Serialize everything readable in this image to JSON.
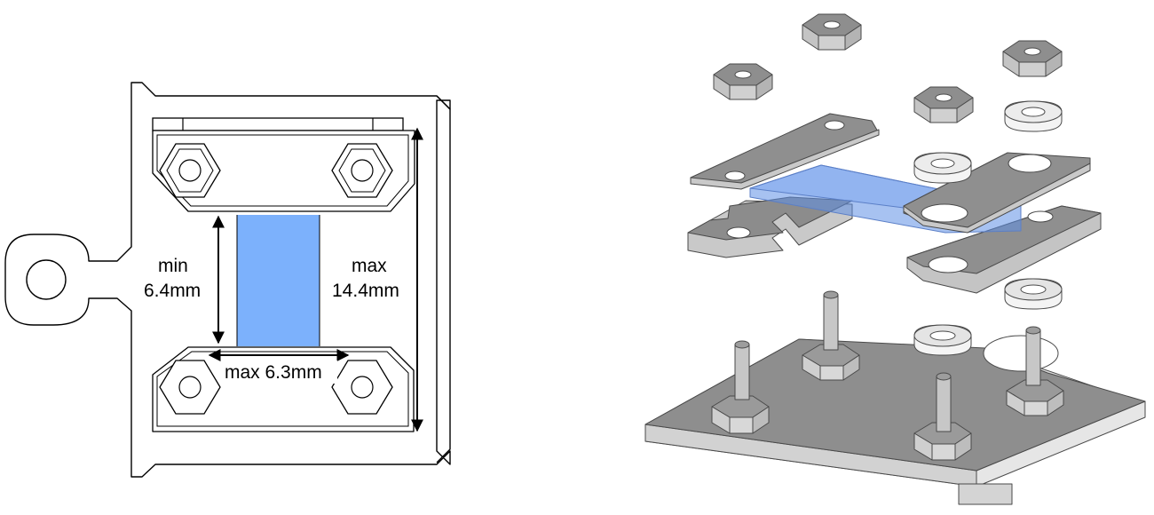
{
  "top_view": {
    "min_label": "min",
    "min_value": "6.4mm",
    "max_label": "max",
    "max_value": "14.4mm",
    "width_label": "max 6.3mm"
  },
  "colors": {
    "sample": "#7cb1fc",
    "outline": "#000000",
    "metal_top": "#8f8f8f",
    "metal_side": "#c9c9c9",
    "washer": "#f2f2f2",
    "sample_translucent": "#5f8fe6"
  },
  "icons": {
    "hex_nut": "hex-nut-icon",
    "washer": "washer-icon",
    "standoff": "standoff-post-icon"
  }
}
